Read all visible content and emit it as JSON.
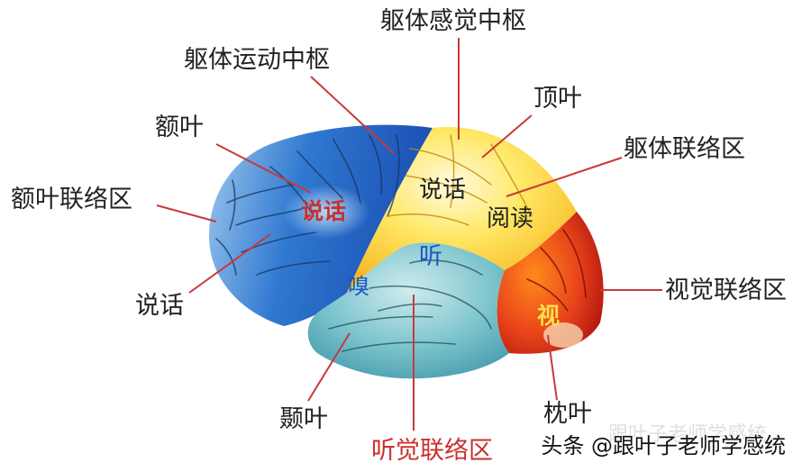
{
  "labels": {
    "somatosensory_center": "躯体感觉中枢",
    "motor_center": "躯体运动中枢",
    "parietal_lobe": "顶叶",
    "frontal_lobe": "额叶",
    "somatic_association": "躯体联络区",
    "frontal_association": "额叶联络区",
    "speech_left": "说话",
    "visual_association": "视觉联络区",
    "temporal_lobe": "颞叶",
    "occipital_lobe": "枕叶",
    "auditory_association": "听觉联络区"
  },
  "brain_text": {
    "speech_frontal": "说话",
    "speech_parietal": "说话",
    "reading": "阅读",
    "hearing": "听",
    "smell": "嗅",
    "vision": "视"
  },
  "watermark": {
    "text": "头条 @跟叶子老师学感统",
    "ghost": "跟叶子老师学感统"
  },
  "colors": {
    "label_red": "#c9302c",
    "leader_line": "#c8393a"
  }
}
